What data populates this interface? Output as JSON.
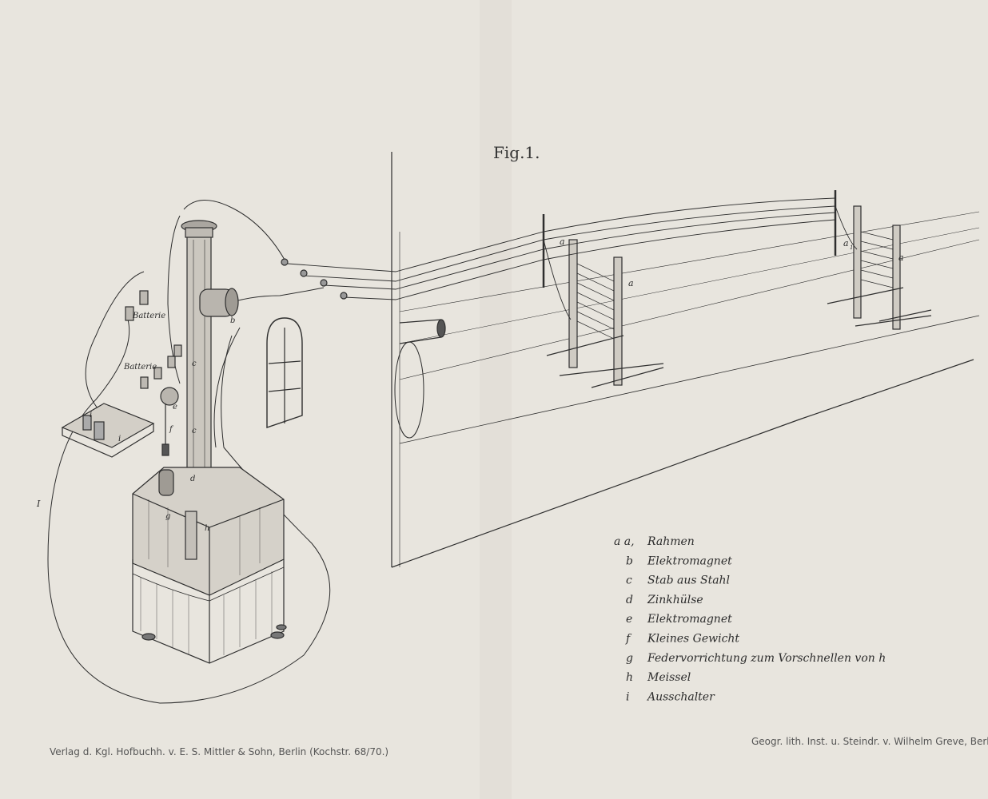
{
  "figure_title": "Fig.1.",
  "labels": {
    "batterie_upper": "Batterie",
    "batterie_lower": "Batterie",
    "b": "b",
    "c1": "c",
    "c2": "c",
    "d": "d",
    "e": "e",
    "f": "f",
    "g": "g",
    "h": "h",
    "i1": "i",
    "i2": "i",
    "a_left_pole": "a",
    "a_left_frame": "a",
    "a1_right_pole": "a",
    "a1_right_frame": "a",
    "subscript_1": "1",
    "i_wire": "I"
  },
  "legend": [
    {
      "key": "a a,",
      "text": "Rahmen"
    },
    {
      "key": "b",
      "text": "Elektromagnet"
    },
    {
      "key": "c",
      "text": "Stab aus Stahl"
    },
    {
      "key": "d",
      "text": "Zinkhülse"
    },
    {
      "key": "e",
      "text": "Elektromagnet"
    },
    {
      "key": "f",
      "text": "Kleines Gewicht"
    },
    {
      "key": "g",
      "text": "Federvorrichtung zum Vorschnellen von h"
    },
    {
      "key": "h",
      "text": "Meissel"
    },
    {
      "key": "i",
      "text": "Ausschalter"
    }
  ],
  "footer": {
    "left": "Verlag d. Kgl. Hofbuchh. v. E. S. Mittler & Sohn, Berlin (Kochstr. 68/70.)",
    "right": "Geogr. lith. Inst. u. Steindr. v. Wilhelm Greve, Berlin."
  },
  "colors": {
    "paper": "#e8e5de",
    "ink": "#2e2e2e",
    "fold": "#d6d2ca"
  }
}
